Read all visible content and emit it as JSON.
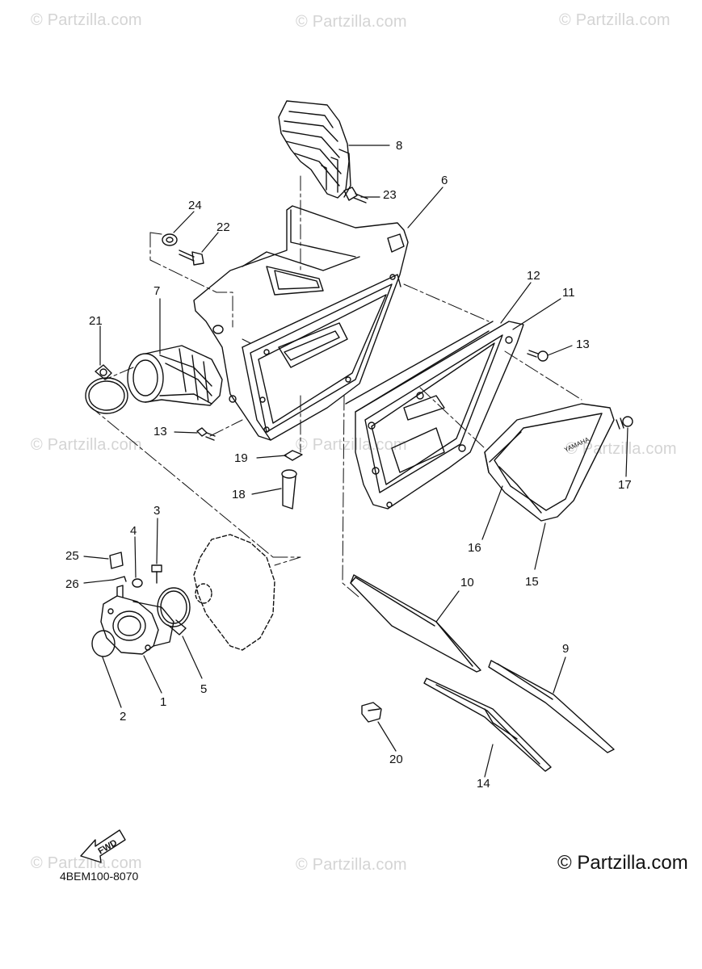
{
  "watermark_text": "© Partzilla.com",
  "diagram_code": "4BEM100-8070",
  "brand_text": "© Partzilla.com",
  "fwd_label": "FWD",
  "cover_logo": "YAMAHA",
  "callouts": [
    "8",
    "23",
    "6",
    "24",
    "22",
    "7",
    "21",
    "12",
    "11",
    "13",
    "13",
    "19",
    "18",
    "17",
    "16",
    "15",
    "3",
    "4",
    "25",
    "26",
    "1",
    "2",
    "5",
    "10",
    "9",
    "20",
    "14"
  ]
}
